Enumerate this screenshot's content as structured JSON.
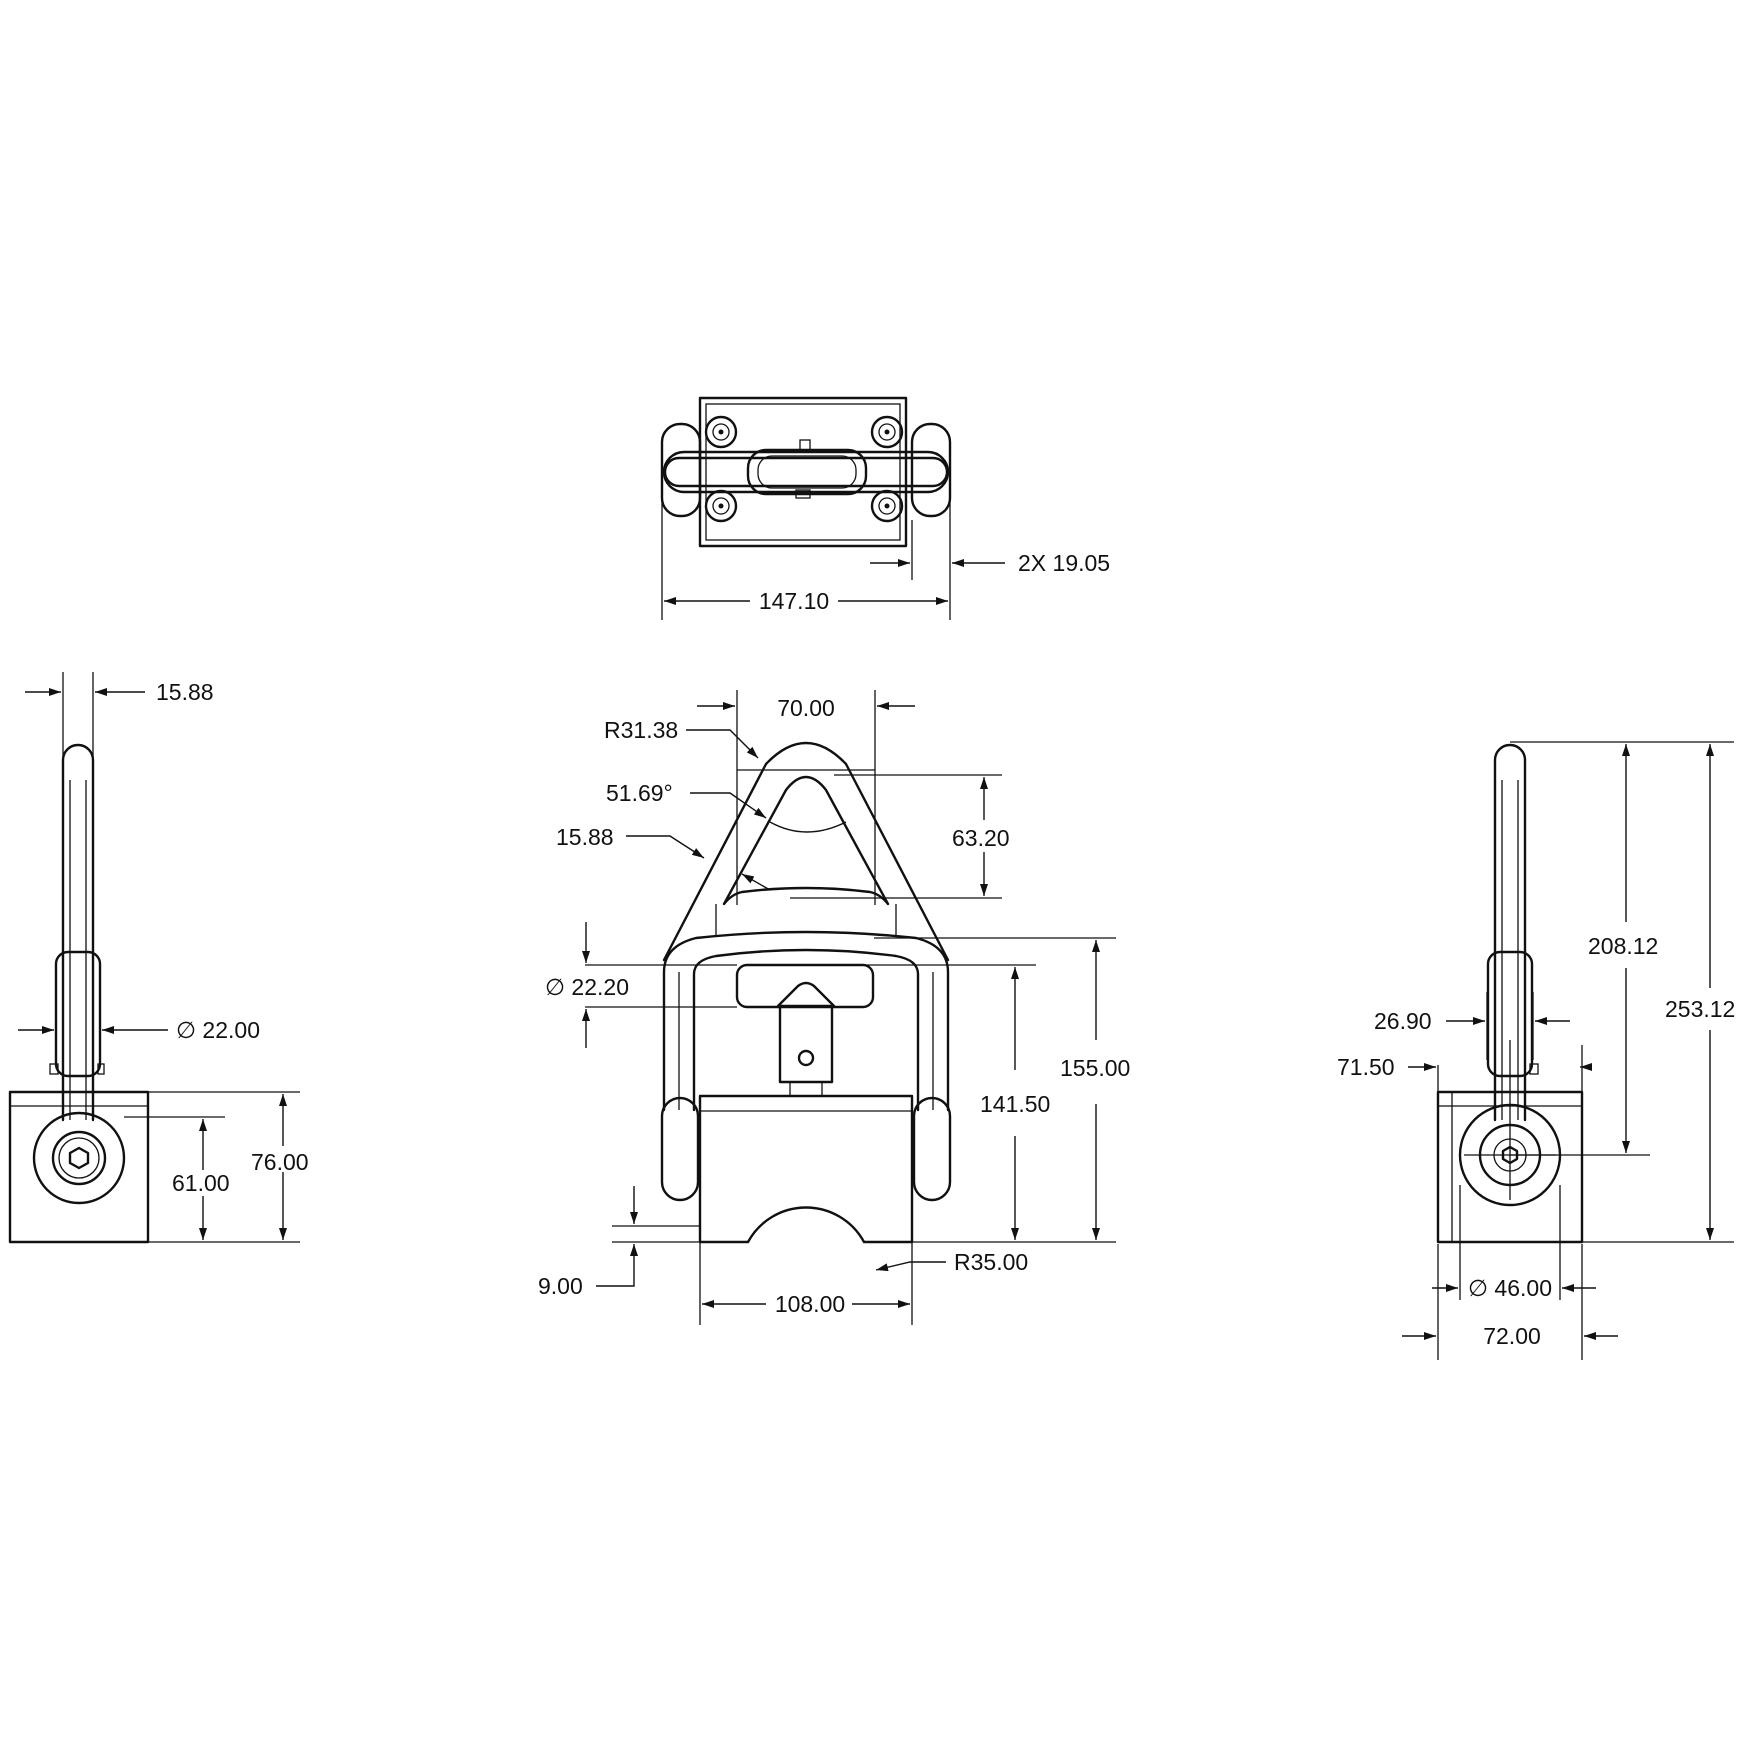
{
  "colors": {
    "line": "#111111",
    "background": "#ffffff"
  },
  "dimensions": {
    "top_view": {
      "overall_width": "147.10",
      "pad_width": "2X 19.05"
    },
    "left_view": {
      "handle_thickness": "15.88",
      "pin_diameter": "∅ 22.00",
      "pivot_height": "61.00",
      "body_height": "76.00"
    },
    "front_view": {
      "handle_width": "70.00",
      "handle_radius": "R31.38",
      "handle_angle": "51.69°",
      "handle_bar": "15.88",
      "handle_leg_length": "63.20",
      "knob_diameter": "∅ 22.20",
      "knob_height": "141.50",
      "overall_height": "155.00",
      "groove_depth": "9.00",
      "groove_radius": "R35.00",
      "body_width": "108.00"
    },
    "right_view": {
      "handle_pivot_height": "208.12",
      "overall_height": "253.12",
      "pin_offset": "26.90",
      "handle_pivot_offset": "71.50",
      "disc_diameter": "∅ 46.00",
      "body_depth": "72.00"
    }
  }
}
